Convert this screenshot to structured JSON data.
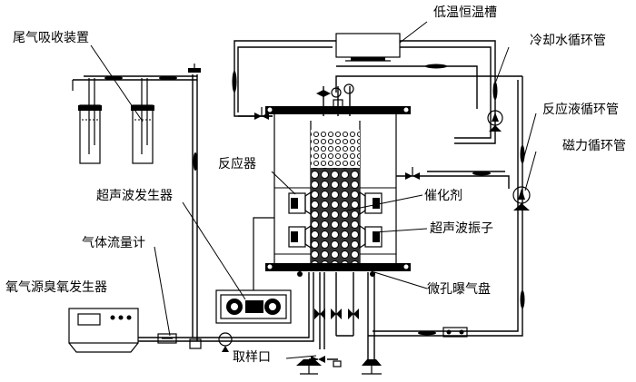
{
  "labels": {
    "low_temp_bath": "低温恒温槽",
    "tail_gas_absorber": "尾气吸收装置",
    "cooling_water_loop": "冷却水循环管",
    "reaction_liquid_loop": "反应液循环管",
    "magnetic_loop": "磁力循环管",
    "reactor": "反应器",
    "catalyst": "催化剂",
    "ultrasonic_generator": "超声波发生器",
    "ultrasonic_transducer": "超声波振子",
    "gas_flowmeter": "气体流量计",
    "ozone_generator": "氧气源臭氧发生器",
    "micro_aerator": "微孔曝气盘",
    "sampling_port": "取样口"
  }
}
